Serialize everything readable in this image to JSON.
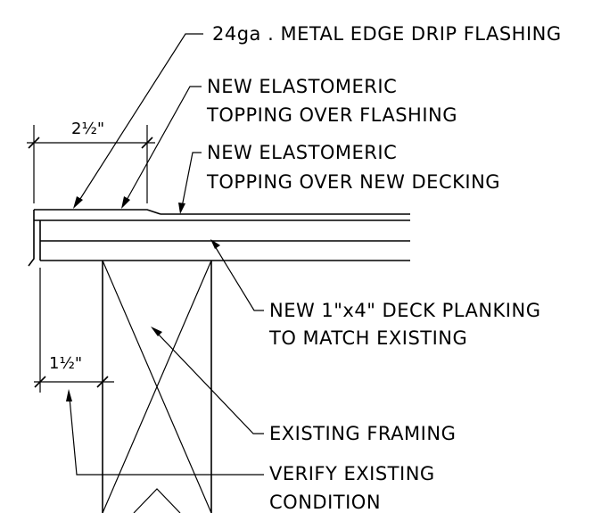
{
  "callouts": {
    "drip_flashing": "24ga . METAL EDGE DRIP FLASHING",
    "topping_flashing_1": "NEW ELASTOMERIC",
    "topping_flashing_2": "TOPPING OVER FLASHING",
    "topping_decking_1": "NEW ELASTOMERIC",
    "topping_decking_2": "TOPPING OVER NEW DECKING",
    "planking_1": "NEW 1\"x4\" DECK PLANKING",
    "planking_2": "TO MATCH EXISTING",
    "framing": "EXISTING FRAMING",
    "verify_1": "VERIFY EXISTING",
    "verify_2": "CONDITION"
  },
  "dimensions": {
    "top": "2½\"",
    "side": "1½\""
  },
  "colors": {
    "line": "#000000",
    "background": "#ffffff"
  }
}
